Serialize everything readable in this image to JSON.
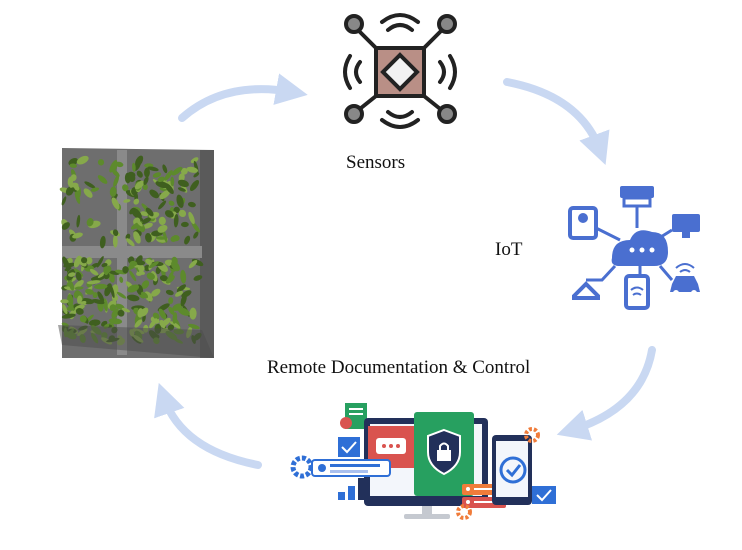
{
  "labels": {
    "sensors": "Sensors",
    "iot": "IoT",
    "remote": "Remote Documentation & Control"
  },
  "colors": {
    "arrow": "#c9d8f2",
    "iot_icon": "#4a6fd0",
    "sensor_body": "#b98f86",
    "sensor_stroke": "#222222",
    "wall_frame": "#7d7d7d",
    "leaf_dark": "#3f5f1f",
    "leaf_mid": "#5d8a2c",
    "leaf_light": "#86a94a",
    "panel_red": "#d9534f",
    "panel_green": "#27a060",
    "panel_navy": "#22305a",
    "panel_blue": "#2f6fd6",
    "accent_orange": "#f07c3a"
  },
  "icons": {
    "sensors": "sensor-chip-icon",
    "iot": "iot-network-icon",
    "remote": "remote-control-dashboard-icon",
    "garden": "vertical-garden-image"
  }
}
